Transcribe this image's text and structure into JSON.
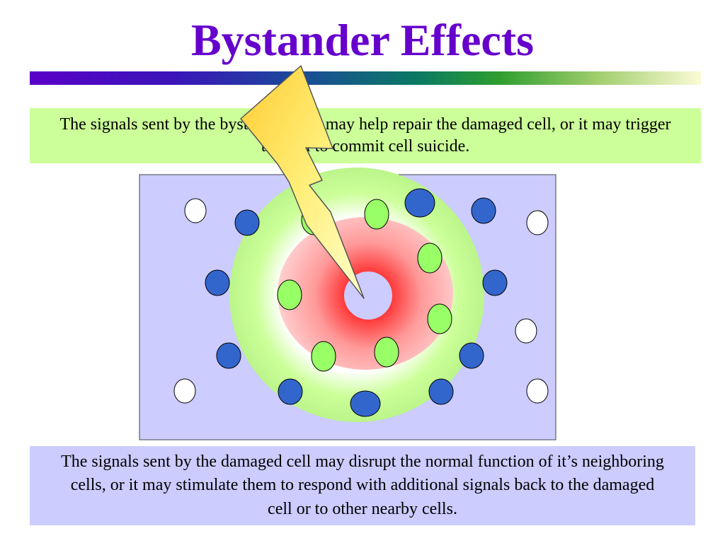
{
  "slide": {
    "title": "Bystander Effects",
    "top_caption": "The signals sent by the bystander cells may help repair the damaged cell, or it may trigger the cell to commit cell suicide.",
    "bottom_caption": "The signals sent by the damaged cell may disrupt the normal function of it’s neighboring cells, or it may stimulate them to respond with additional signals back to the damaged cell or to other nearby cells."
  },
  "colors": {
    "title": "#6600cc",
    "top_box": "#ccff99",
    "bottom_box": "#ccccff",
    "tissue": "#ccccff",
    "green_zone": "#ccff99",
    "red_zone": "#ff3333",
    "bystander_cell_fill": "#99ff66",
    "neighbor_cell_fill": "#3366cc",
    "distant_cell_fill": "#ffffff",
    "bolt_fill": "#ffee66"
  },
  "icons": {
    "signal": "lightning-bolt-icon"
  }
}
